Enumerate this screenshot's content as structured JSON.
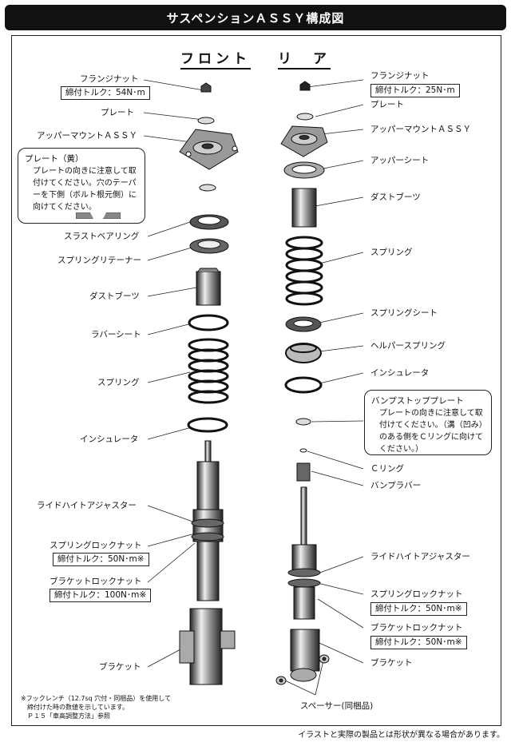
{
  "title": "サスペンションＡＳＳＹ構成図",
  "front": {
    "heading": "フロント",
    "labels": {
      "flange_nut": "フランジナット",
      "plate": "プレート",
      "upper_mount": "アッパーマウントＡＳＳＹ",
      "thrust_bearing": "スラストベアリング",
      "spring_retainer": "スプリングリテーナー",
      "dust_boot": "ダストブーツ",
      "rubber_seat": "ラバーシート",
      "spring": "スプリング",
      "insulator": "インシュレータ",
      "ride_height_adjuster": "ライドハイトアジャスター",
      "spring_lock_nut": "スプリングロックナット",
      "bracket_lock_nut": "ブラケットロックナット",
      "bracket": "ブラケット"
    },
    "torque": {
      "flange_nut": "締付トルク：54N･m",
      "spring_lock_nut": "締付トルク：50N･m※",
      "bracket_lock_nut": "締付トルク：100N･m※"
    },
    "plate_note": {
      "title": "プレート（黄）",
      "body": "プレートの向きに注意して取付けてください。穴のテーパーを下側（ボルト根元側）に向けてください。"
    }
  },
  "rear": {
    "heading": "リ　ア",
    "labels": {
      "flange_nut": "フランジナット",
      "plate": "プレート",
      "upper_mount": "アッパーマウントＡＳＳＹ",
      "upper_seat": "アッパーシート",
      "dust_boot": "ダストブーツ",
      "spring": "スプリング",
      "spring_seat": "スプリングシート",
      "helper_spring": "ヘルパースプリング",
      "insulator": "インシュレータ",
      "c_ring": "Ｃリング",
      "bump_rubber": "バンプラバー",
      "ride_height_adjuster": "ライドハイトアジャスター",
      "spring_lock_nut": "スプリングロックナット",
      "bracket_lock_nut": "ブラケットロックナット",
      "bracket": "ブラケット",
      "spacer": "スペーサー(同梱品)"
    },
    "torque": {
      "flange_nut": "締付トルク：25N･m",
      "spring_lock_nut": "締付トルク：50N･m※",
      "bracket_lock_nut": "締付トルク：50N･m※"
    },
    "bump_note": {
      "title": "バンプストッププレート",
      "body": "プレートの向きに注意して取付けてください。（溝（凹み）のある側をＣリングに向けてください。）"
    }
  },
  "footnote": [
    "※フックレンチ（12.7sq 穴付・同梱品）を使用して",
    "　締付けた時の数値を示しています。",
    "　Ｐ１５「車高調整方法」参照"
  ],
  "disclaimer": "イラストと実際の製品とは形状が異なる場合があります。"
}
